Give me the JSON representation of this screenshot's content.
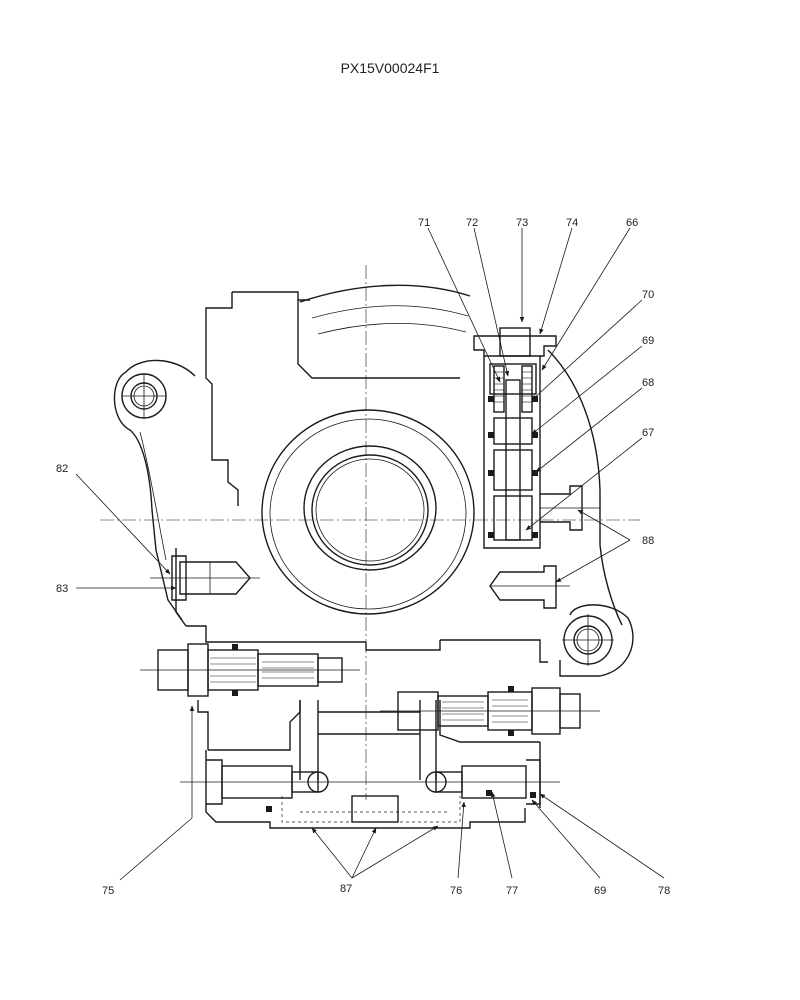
{
  "drawing": {
    "id": "PX15V00024F1"
  },
  "callouts": {
    "c71": "71",
    "c72": "72",
    "c73": "73",
    "c74": "74",
    "c66": "66",
    "c70": "70",
    "c69a": "69",
    "c68": "68",
    "c67": "67",
    "c82": "82",
    "c88": "88",
    "c83": "83",
    "c75": "75",
    "c87": "87",
    "c76": "76",
    "c77": "77",
    "c69b": "69",
    "c78": "78"
  }
}
